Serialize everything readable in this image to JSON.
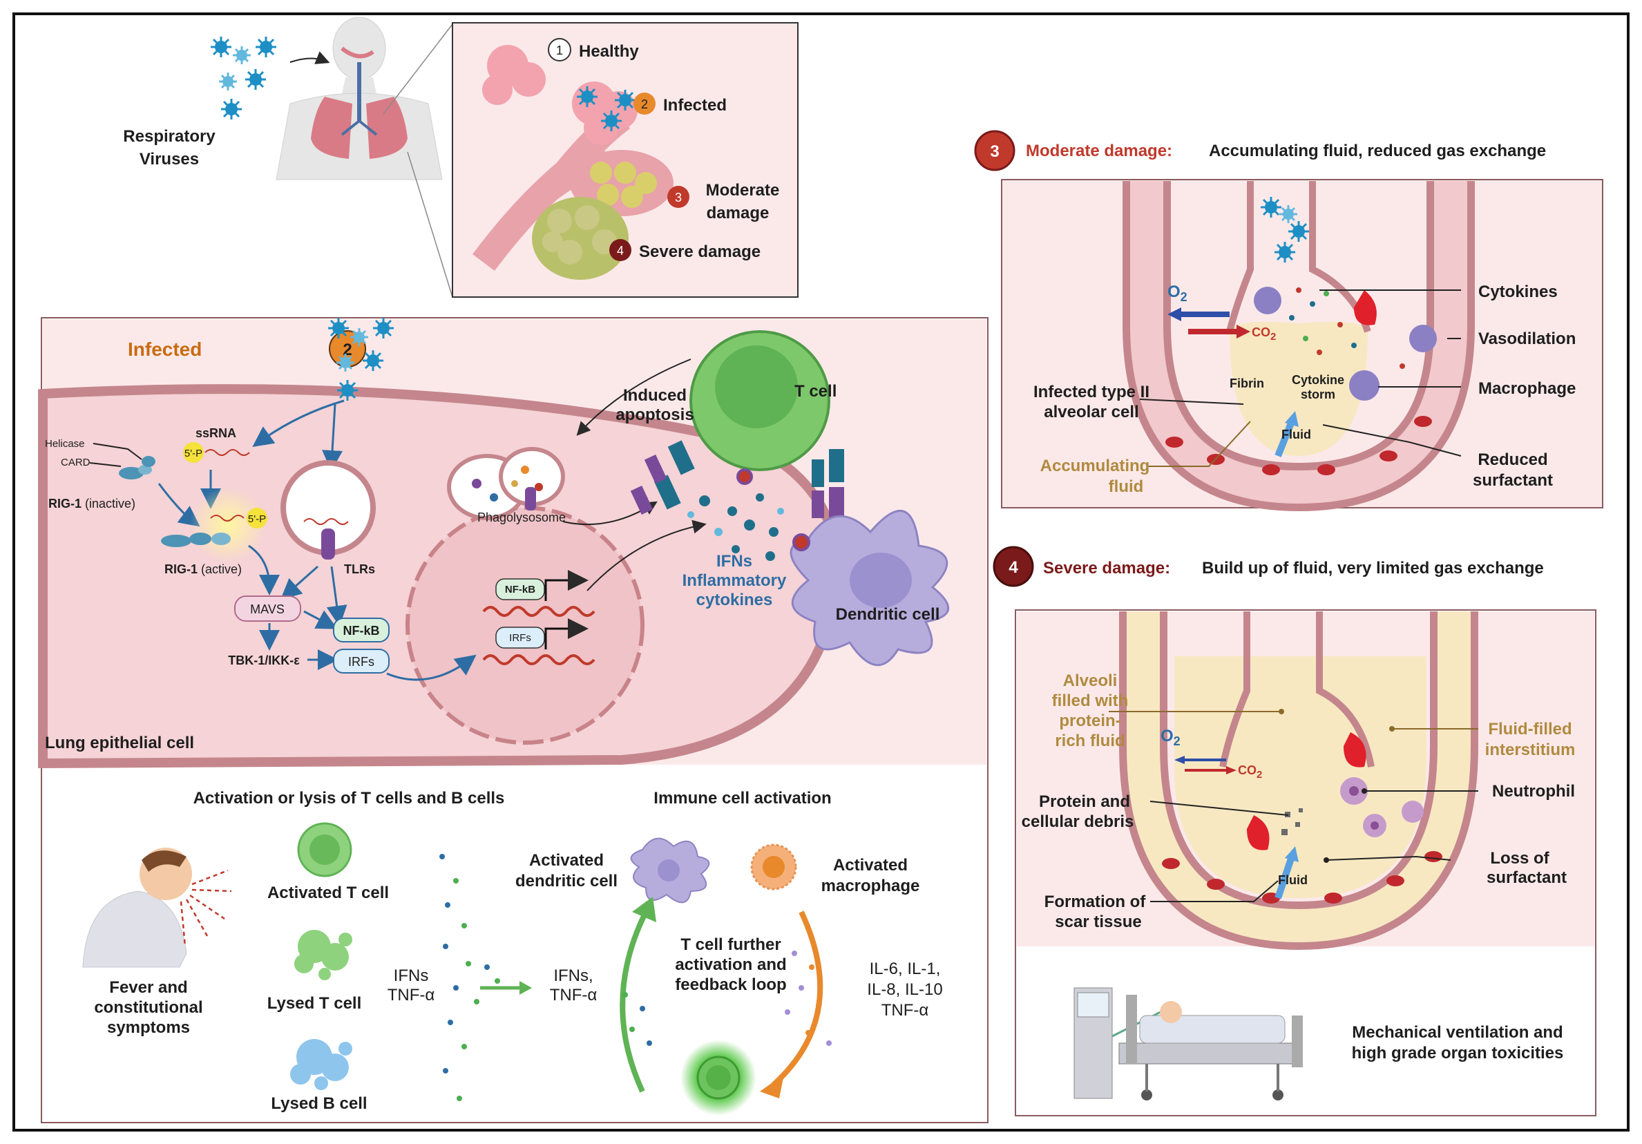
{
  "colors": {
    "lung_pink": "#e8a2a9",
    "alveolus": "#f2c9cc",
    "infected_orange": "#e8892c",
    "moderate_red": "#c0392b",
    "severe_darkred": "#7b1a1a",
    "virus_blue": "#1d8fc4",
    "tcell_green": "#7cc86a",
    "dendritic_purple": "#b6addd",
    "fluid_beige": "#f7e8c2",
    "pathway_blue": "#2e6da4"
  },
  "top": {
    "resp_label_1": "Respiratory",
    "resp_label_2": "Viruses",
    "stages": {
      "s1_num": "1",
      "s1": "Healthy",
      "s2_num": "2",
      "s2": "Infected",
      "s3_num": "3",
      "s3_a": "Moderate",
      "s3_b": "damage",
      "s4_num": "4",
      "s4": "Severe damage"
    }
  },
  "infected": {
    "num": "2",
    "title": "Infected",
    "helicase": "Helicase",
    "card": "CARD",
    "rig1_inactive_a": "RIG-1",
    "rig1_inactive_b": "(inactive)",
    "ssrna": "ssRNA",
    "five_p": "5'-P",
    "rig1_active_a": "RIG-1",
    "rig1_active_b": "(active)",
    "tlrs": "TLRs",
    "mavs": "MAVS",
    "nfkb": "NF-kB",
    "irfs": "IRFs",
    "tbk": "TBK-1/IKK-ε",
    "phago": "Phagolysosome",
    "induced_1": "Induced",
    "induced_2": "apoptosis",
    "tcell": "T cell",
    "ifns": "IFNs",
    "inflam": "Inflammatory",
    "cytok": "cytokines",
    "dendritic": "Dendritic cell",
    "lung_epi": "Lung epithelial cell"
  },
  "bottom": {
    "heading_left": "Activation or lysis of T cells and B cells",
    "heading_right": "Immune cell activation",
    "fever_1": "Fever and",
    "fever_2": "constitutional",
    "fever_3": "symptoms",
    "activated_t": "Activated T cell",
    "lysed_t": "Lysed T cell",
    "lysed_b": "Lysed B cell",
    "ifns_tnf_1": "IFNs",
    "ifns_tnf_2": "TNF-α",
    "ifns_tnf2_1": "IFNs,",
    "ifns_tnf2_2": "TNF-α",
    "act_dc_1": "Activated",
    "act_dc_2": "dendritic cell",
    "act_mac_1": "Activated",
    "act_mac_2": "macrophage",
    "loop_1": "T cell further",
    "loop_2": "activation and",
    "loop_3": "feedback loop",
    "il_1": "IL-6, IL-1,",
    "il_2": "IL-8, IL-10",
    "il_3": "TNF-α"
  },
  "moderate": {
    "num": "3",
    "title": "Moderate damage:",
    "desc": "Accumulating fluid, reduced gas exchange",
    "o2": "O",
    "o2_sub": "2",
    "co2": "CO",
    "co2_sub": "2",
    "cytokines": "Cytokines",
    "vasodilation": "Vasodilation",
    "macrophage": "Macrophage",
    "reduced_1": "Reduced",
    "reduced_2": "surfactant",
    "infected_1": "Infected type II",
    "infected_2": "alveolar cell",
    "accum_1": "Accumulating",
    "accum_2": "fluid",
    "fibrin": "Fibrin",
    "storm_1": "Cytokine",
    "storm_2": "storm",
    "fluid": "Fluid"
  },
  "severe": {
    "num": "4",
    "title": "Severe damage:",
    "desc": "Build up of fluid, very limited gas exchange",
    "alv_1": "Alveoli",
    "alv_2": "filled with",
    "alv_3": "protein-",
    "alv_4": "rich fluid",
    "o2": "O",
    "o2_sub": "2",
    "co2": "CO",
    "co2_sub": "2",
    "fluid_int_1": "Fluid-filled",
    "fluid_int_2": "interstitium",
    "neutrophil": "Neutrophil",
    "protein_1": "Protein and",
    "protein_2": "cellular debris",
    "loss_1": "Loss of",
    "loss_2": "surfactant",
    "scar_1": "Formation of",
    "scar_2": "scar tissue",
    "fluid": "Fluid",
    "mech_1": "Mechanical ventilation and",
    "mech_2": "high grade organ toxicities"
  }
}
